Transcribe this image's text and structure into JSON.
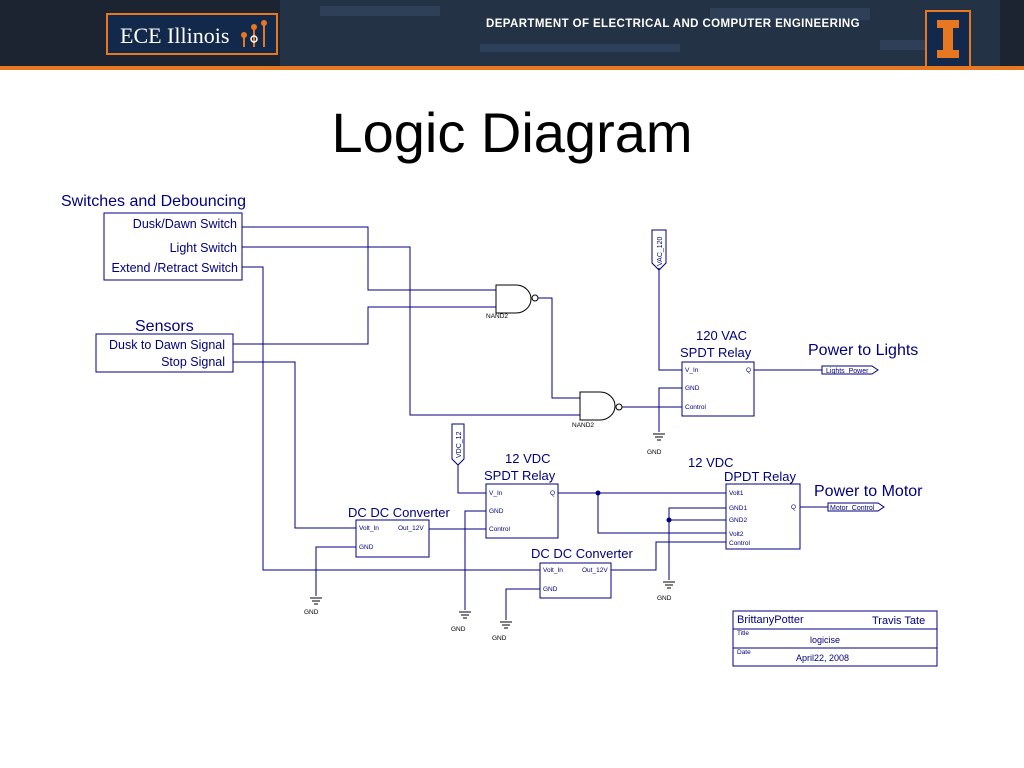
{
  "header": {
    "logo_text": "ECE Illinois",
    "department": "DEPARTMENT OF ELECTRICAL AND COMPUTER ENGINEERING",
    "accent_color": "#e87722",
    "navy_color": "#13294b"
  },
  "slide": {
    "title": "Logic Diagram"
  },
  "switches": {
    "title": "Switches and Debouncing",
    "items": [
      "Dusk/Dawn Switch",
      "Light Switch",
      "Extend /Retract Switch"
    ]
  },
  "sensors": {
    "title": "Sensors",
    "items": [
      "Dusk to Dawn Signal",
      "Stop Signal"
    ]
  },
  "gates": {
    "nand1": "NAND2",
    "nand2": "NAND2"
  },
  "relay_lights": {
    "title1": "120 VAC",
    "title2": "SPDT Relay",
    "pins": [
      "V_In",
      "GND",
      "Control"
    ],
    "out": "Q",
    "vac_label": "VAC_120"
  },
  "relay_12v": {
    "title1": "12 VDC",
    "title2": "SPDT Relay",
    "pins": [
      "V_In",
      "GND",
      "Control"
    ],
    "out": "Q",
    "vdc_label": "VDC_12"
  },
  "dpdt": {
    "title1": "12 VDC",
    "title2": "DPDT Relay",
    "pins": [
      "Volt1",
      "GND1",
      "GND2",
      "Volt2",
      "Control"
    ],
    "out": "Q"
  },
  "converter1": {
    "title": "DC DC Converter",
    "in": "Volt_In",
    "out": "Out_12V",
    "gnd": "GND"
  },
  "converter2": {
    "title": "DC DC Converter",
    "in": "Volt_In",
    "out": "Out_12V",
    "gnd": "GND"
  },
  "outputs": {
    "lights_label": "Power to Lights",
    "lights_port": "Lights_Power",
    "motor_label": "Power to Motor",
    "motor_port": "Motor_Control"
  },
  "gnd_label": "GND",
  "title_block": {
    "author1": "BrittanyPotter",
    "author2": "Travis Tate",
    "title_caption": "Title",
    "title_value": "logicise",
    "date_caption": "Date",
    "date_value": "April22, 2008"
  }
}
